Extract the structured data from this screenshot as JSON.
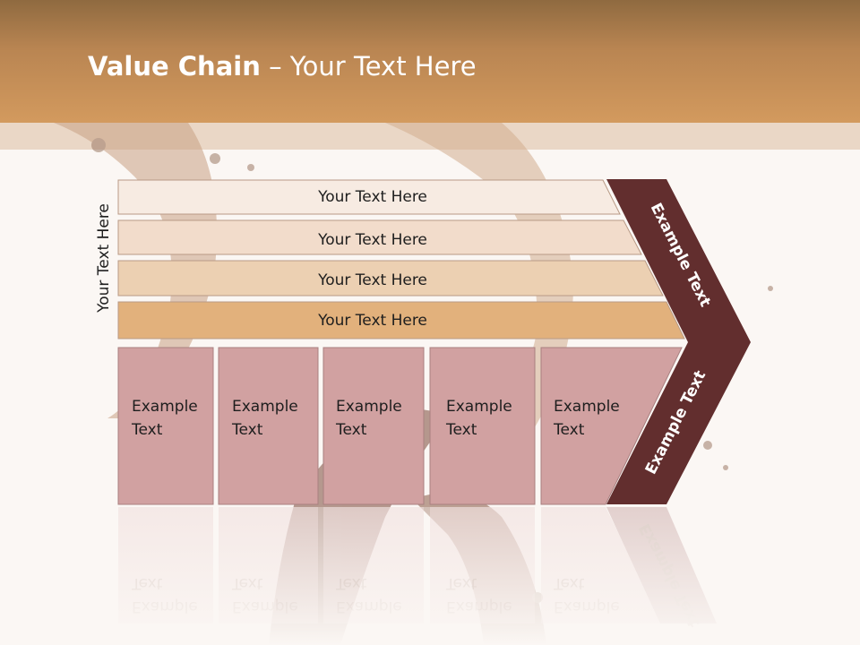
{
  "title": {
    "bold": "Value Chain",
    "rest": " – Your Text Here"
  },
  "side_label": "Your Text Here",
  "support_rows": [
    "Your Text Here",
    "Your Text Here",
    "Your Text Here",
    "Your Text Here"
  ],
  "activities": [
    {
      "line1": "Example",
      "line2": "Text"
    },
    {
      "line1": "Example",
      "line2": "Text"
    },
    {
      "line1": "Example",
      "line2": "Text"
    },
    {
      "line1": "Example",
      "line2": "Text"
    },
    {
      "line1": "Example",
      "line2": "Text"
    }
  ],
  "chevron": {
    "upper_label": "Example Text",
    "lower_label": "Example Text"
  },
  "colors": {
    "header": "#d39a5e",
    "row_fills": [
      "#f7ebe2",
      "#f2dccb",
      "#ecd0b2",
      "#e2b17c"
    ],
    "activity_fill": "#d1a1a1",
    "chevron_fill": "#622e2e"
  }
}
